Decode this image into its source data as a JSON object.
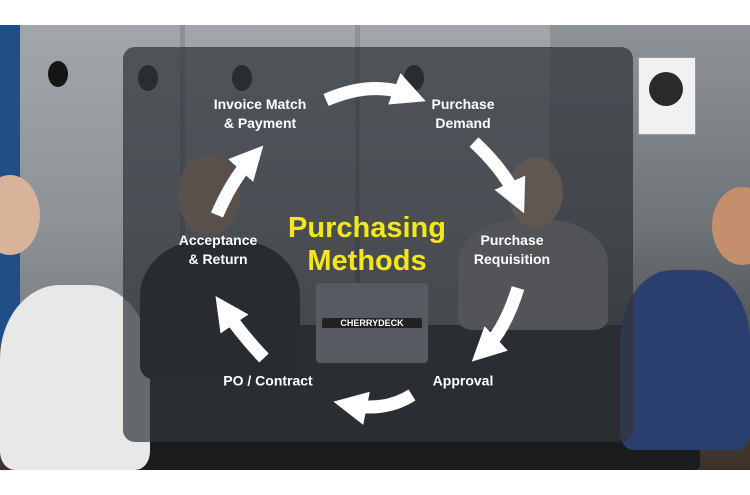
{
  "diagram": {
    "title_line1": "Purchasing",
    "title_line2": "Methods",
    "title_color": "#f5e617",
    "arrow_color": "#ffffff",
    "steps": [
      {
        "line1": "Purchase",
        "line2": "Demand"
      },
      {
        "line1": "Purchase",
        "line2": "Requisition"
      },
      {
        "line1": "Approval",
        "line2": ""
      },
      {
        "line1": "PO / Contract",
        "line2": ""
      },
      {
        "line1": "Acceptance",
        "line2": "& Return"
      },
      {
        "line1": "Invoice Match",
        "line2": "& Payment"
      }
    ]
  },
  "background": {
    "description_icons": [
      "meeting-room-photo"
    ],
    "laptop_sticker": "CHERRYDECK"
  }
}
